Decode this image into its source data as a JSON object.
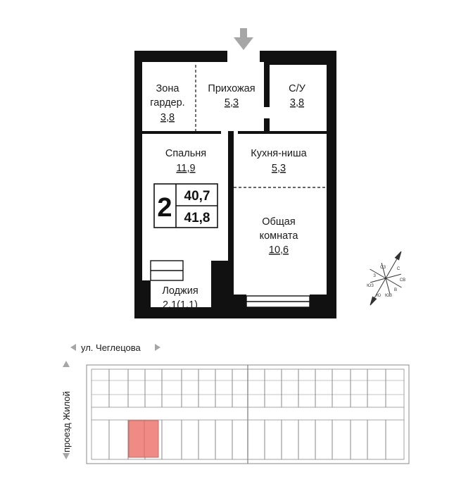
{
  "rooms": {
    "wardrobe": {
      "name_line1": "Зона",
      "name_line2": "гардер.",
      "area": "3,8"
    },
    "hall": {
      "name": "Прихожая",
      "area": "5,3"
    },
    "bathroom": {
      "name": "С/У",
      "area": "3,8"
    },
    "bedroom": {
      "name": "Спальня",
      "area": "11,9"
    },
    "kitchen": {
      "name": "Кухня-ниша",
      "area": "5,3"
    },
    "living": {
      "name_line1": "Общая",
      "name_line2": "комната",
      "area": "10,6"
    },
    "loggia": {
      "name": "Лоджия",
      "area": "2,1(1,1)"
    }
  },
  "apartment": {
    "rooms_count": "2",
    "living_area": "40,7",
    "total_area": "41,8"
  },
  "streets": {
    "top": "ул. Чеглецова",
    "left": "проезд Жилой"
  },
  "compass": {
    "labels": [
      "С",
      "СВ",
      "В",
      "ЮВ",
      "Ю",
      "ЮЗ",
      "З",
      "СЗ"
    ]
  },
  "colors": {
    "wall": "#111111",
    "highlight": "#f08a84",
    "arrow": "#a6a6a6",
    "plan_line": "#8a8a8a"
  }
}
